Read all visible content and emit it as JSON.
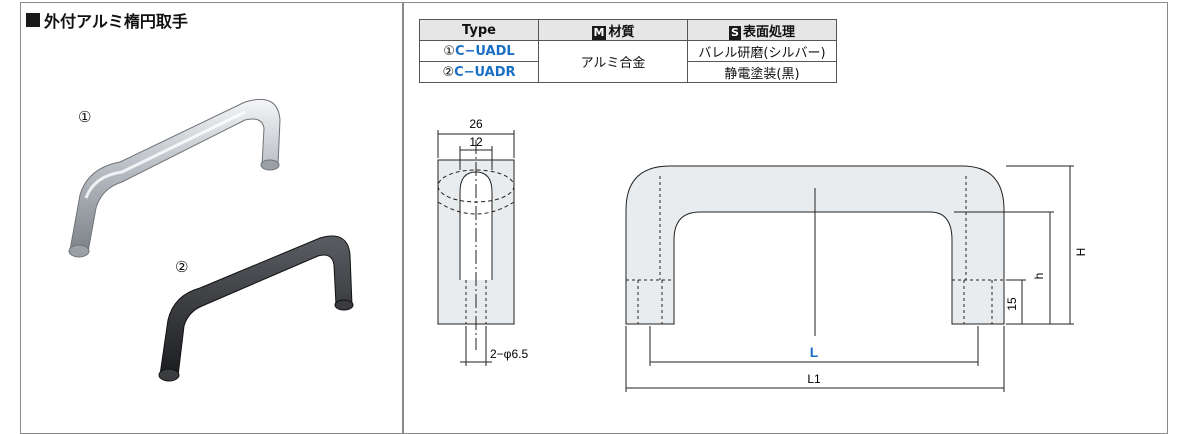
{
  "title": "外付アルミ楕円取手",
  "items": [
    {
      "marker": "①"
    },
    {
      "marker": "②"
    }
  ],
  "table": {
    "headers": {
      "type": "Type",
      "material_badge": "M",
      "material": "材質",
      "surface_badge": "S",
      "surface": "表面処理"
    },
    "rows": [
      {
        "marker": "①",
        "code": "C−UADL",
        "surface": "バレル研磨(シルバー)"
      },
      {
        "marker": "②",
        "code": "C−UADR",
        "surface": "静電塗装(黒)"
      }
    ],
    "material_value": "アルミ合金"
  },
  "drawing": {
    "dim_26": "26",
    "dim_12": "12",
    "dim_hole": "2−φ6.5",
    "dim_L": "L",
    "dim_L1": "L1",
    "dim_H": "H",
    "dim_h": "h",
    "dim_15": "15"
  },
  "colors": {
    "accent": "#1a6fc4",
    "part_fill": "#e8ecee",
    "silver": "#c8ccd0",
    "black_handle": "#2a2c30"
  }
}
